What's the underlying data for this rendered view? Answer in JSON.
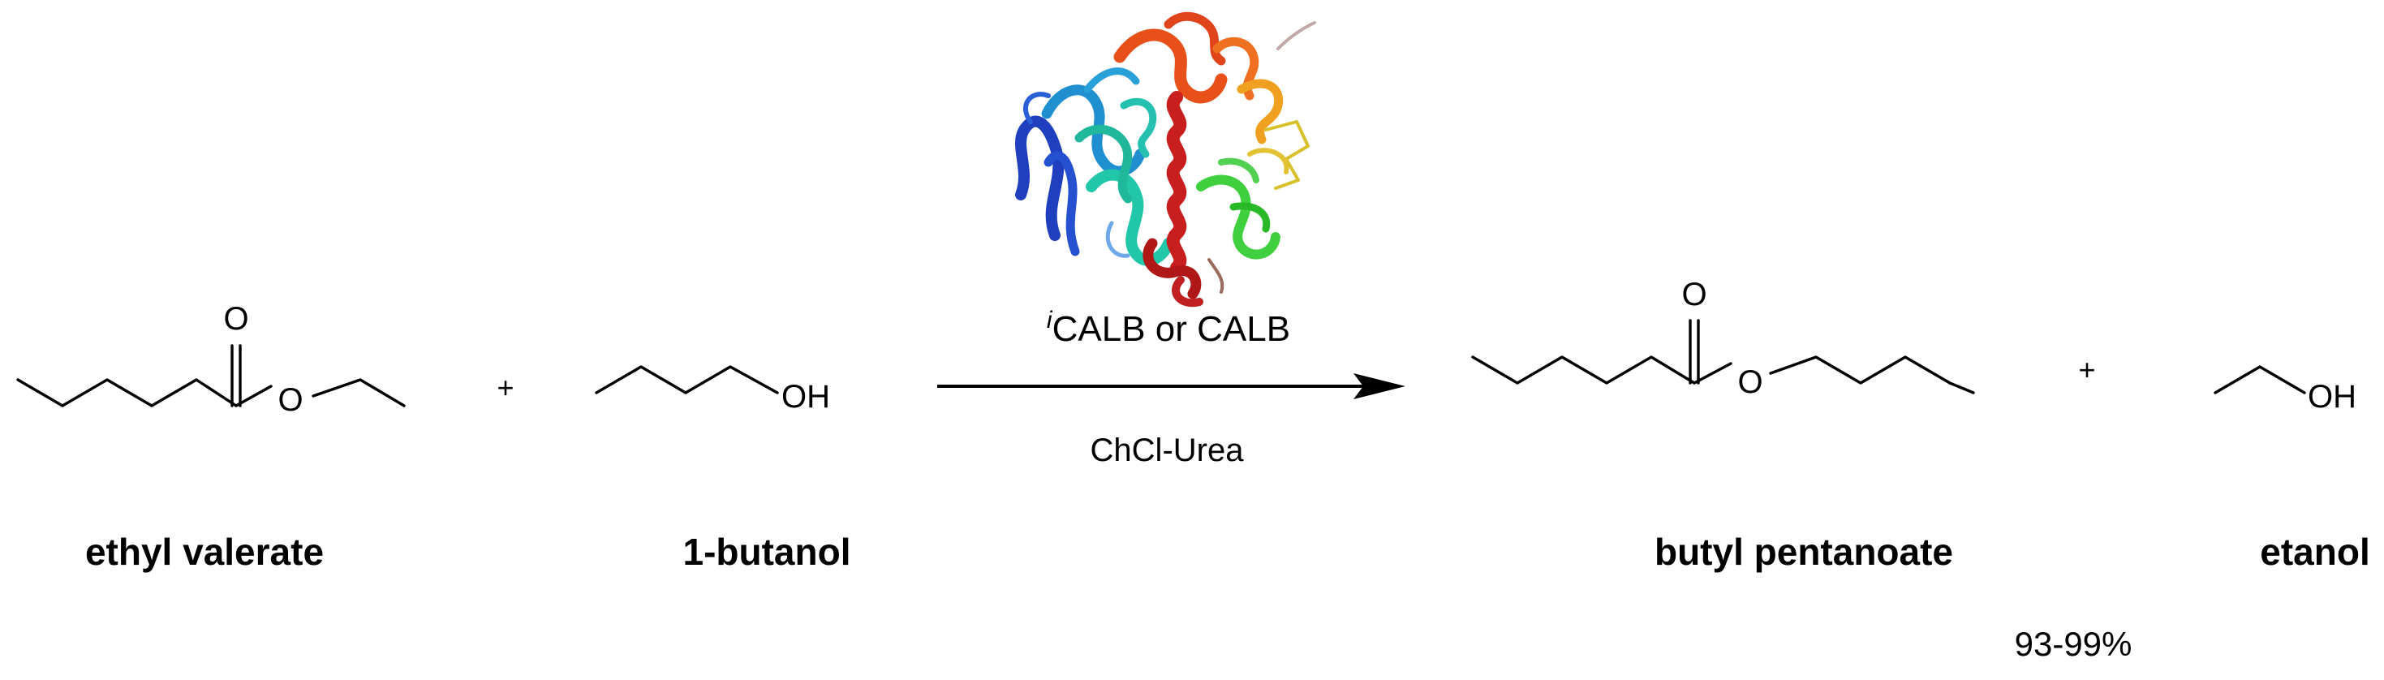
{
  "reaction": {
    "reactant_1": {
      "name": "ethyl valerate",
      "atoms": {
        "carbonyl_o": "O",
        "ester_o": "O"
      }
    },
    "plus_1": "+",
    "reactant_2": {
      "name": "1-butanol",
      "atoms": {
        "hydroxyl": "OH"
      }
    },
    "arrow": {
      "catalyst_superscript": "i",
      "catalyst": "CALB or CALB",
      "solvent": "ChCl-Urea"
    },
    "product_1": {
      "name": "butyl pentanoate",
      "atoms": {
        "carbonyl_o": "O",
        "ester_o": "O"
      }
    },
    "plus_2": "+",
    "product_2": {
      "name": "etanol",
      "atoms": {
        "hydroxyl": "OH"
      }
    },
    "yield": "93-99%"
  },
  "enzyme_image": {
    "icon": "protein-ribbon-structure",
    "colors": [
      "#1f3fbf",
      "#1f8fd0",
      "#21c7a8",
      "#3fcf3f",
      "#d7d02a",
      "#f0a020",
      "#e8501a",
      "#c81e1e"
    ]
  }
}
